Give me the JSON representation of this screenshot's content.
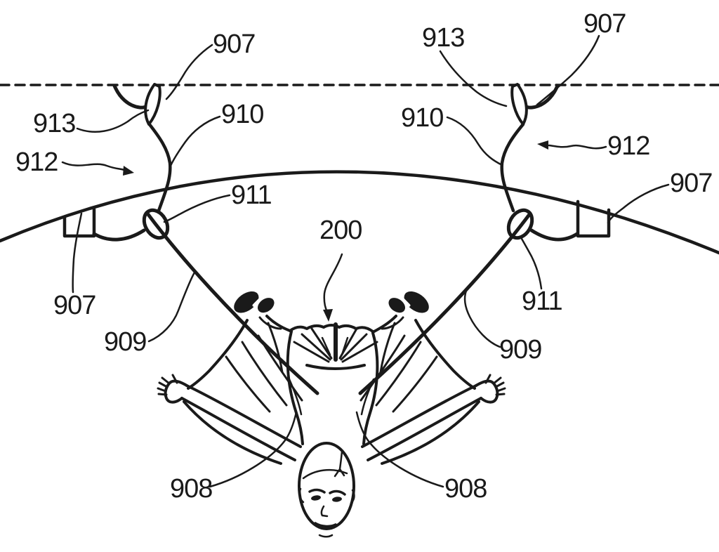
{
  "figure": {
    "kind": "patent-line-drawing",
    "subject": "wingsuit flyer (200) suspended by release lines from a wing trailing edge",
    "background": "#ffffff",
    "line_color": "#1a1a1a",
    "callouts": {
      "c907_top_left": "907",
      "c913_left": "913",
      "c910_left": "910",
      "c912_left": "912",
      "c911_left": "911",
      "c907_bottom_left": "907",
      "c909_left": "909",
      "c908_left": "908",
      "c200": "200",
      "c913_right": "913",
      "c907_top_right": "907",
      "c910_right": "910",
      "c912_right": "912",
      "c907_right": "907",
      "c911_right": "911",
      "c909_right": "909",
      "c908_right": "908"
    }
  }
}
